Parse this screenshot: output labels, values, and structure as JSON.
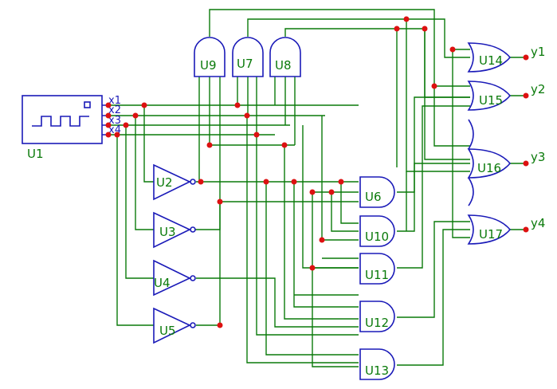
{
  "source": {
    "ref": "U1"
  },
  "inputs": [
    "x1",
    "x2",
    "x3",
    "x4"
  ],
  "outputs": [
    "y1",
    "y2",
    "y3",
    "y4"
  ],
  "not_gates": [
    {
      "ref": "U2"
    },
    {
      "ref": "U3"
    },
    {
      "ref": "U4"
    },
    {
      "ref": "U5"
    }
  ],
  "and_gates_top": [
    {
      "ref": "U9"
    },
    {
      "ref": "U7"
    },
    {
      "ref": "U8"
    }
  ],
  "and_gates_mid": [
    {
      "ref": "U6"
    },
    {
      "ref": "U10"
    },
    {
      "ref": "U11"
    },
    {
      "ref": "U12"
    },
    {
      "ref": "U13"
    }
  ],
  "or_gates": [
    {
      "ref": "U14"
    },
    {
      "ref": "U15"
    },
    {
      "ref": "U16"
    },
    {
      "ref": "U17"
    }
  ],
  "colors": {
    "wire": "#0a7a0a",
    "component": "#1a1ab8",
    "junction": "#dd1111",
    "label": "#0a7a0a"
  }
}
